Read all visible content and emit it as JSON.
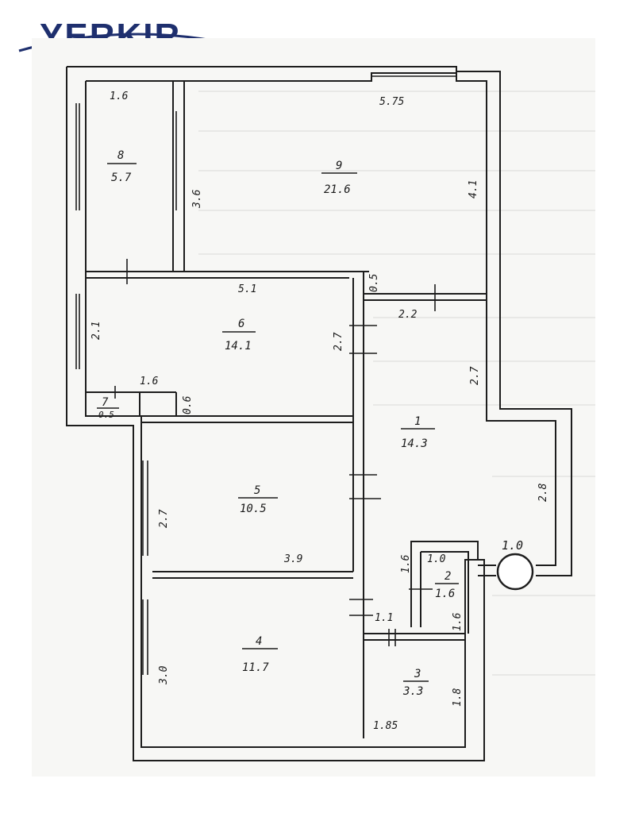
{
  "brand": {
    "name": "YERKIR",
    "color": "#1e2f6e"
  },
  "rooms": [
    {
      "id": "room-1",
      "number": "1",
      "area": "14.3"
    },
    {
      "id": "room-2",
      "number": "2",
      "area": "1.6"
    },
    {
      "id": "room-3",
      "number": "3",
      "area": "3.3"
    },
    {
      "id": "room-4",
      "number": "4",
      "area": "11.7"
    },
    {
      "id": "room-5",
      "number": "5",
      "area": "10.5"
    },
    {
      "id": "room-6",
      "number": "6",
      "area": "14.1"
    },
    {
      "id": "room-7",
      "number": "7",
      "area": "0.5"
    },
    {
      "id": "room-8",
      "number": "8",
      "area": "5.7"
    },
    {
      "id": "room-9",
      "number": "9",
      "area": "21.6"
    }
  ],
  "dimensions": {
    "d_1_6_top": "1.6",
    "d_5_75": "5.75",
    "d_3_6": "3.6",
    "d_4_1": "4.1",
    "d_0_5": "0.5",
    "d_5_1": "5.1",
    "d_2_2": "2.2",
    "d_2_1": "2.1",
    "d_2_7_mid": "2.7",
    "d_2_7_right": "2.7",
    "d_1_6_small": "1.6",
    "d_0_6": "0.6",
    "d_2_8": "2.8",
    "d_2_7_left": "2.7",
    "d_1_0_a": "1.0",
    "d_1_0_b": "1.0",
    "d_3_9": "3.9",
    "d_1_6_v": "1.6",
    "d_1_1": "1.1",
    "d_1_6_v2": "1.6",
    "d_3_0": "3.0",
    "d_1_8": "1.8",
    "d_1_85": "1.85"
  }
}
